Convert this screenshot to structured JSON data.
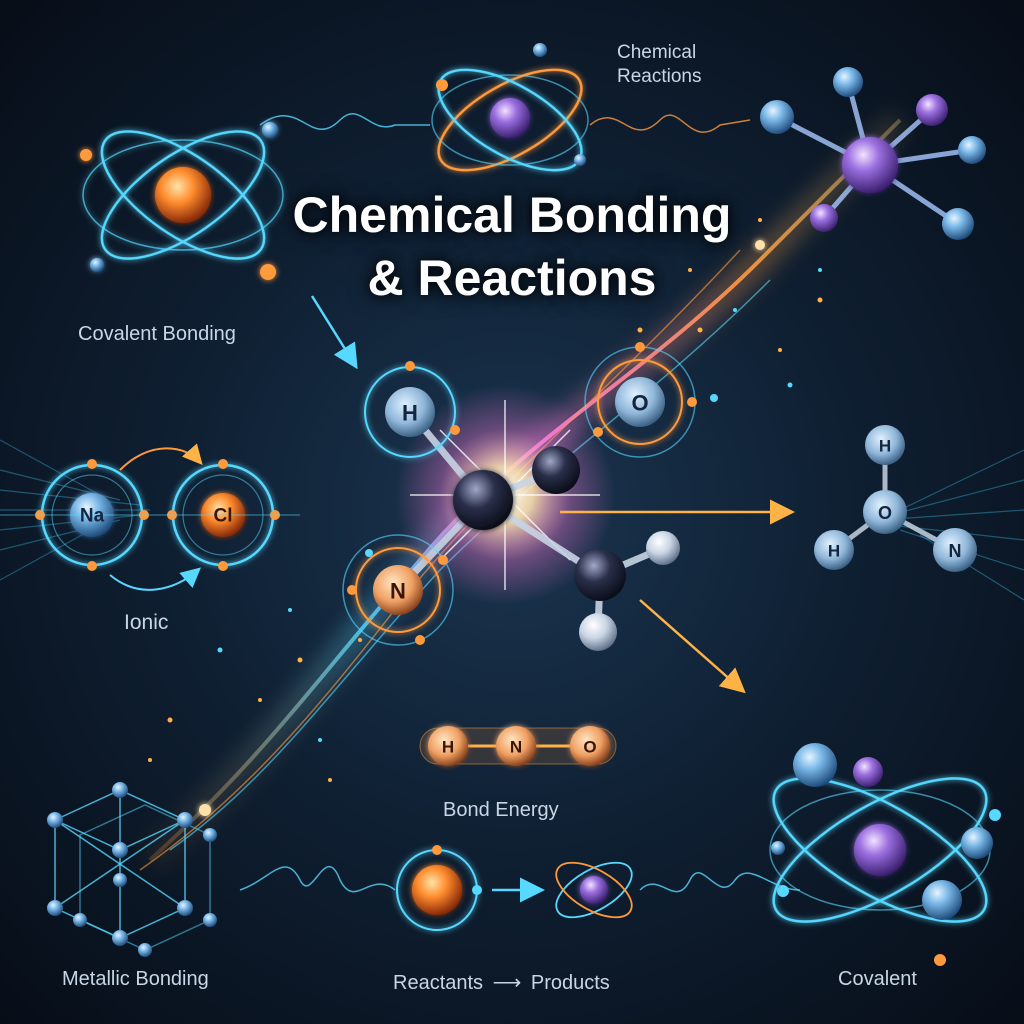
{
  "title": {
    "line1": "Chemical Bonding",
    "line2": "& Reactions"
  },
  "labels": {
    "covalent_bonding": "Covalent Bonding",
    "chemical_reactions_line1": "Chemical",
    "chemical_reactions_line2": "Reactions",
    "ionic": "Ionic",
    "bond_energy": "Bond Energy",
    "metallic_bonding": "Metallic Bonding",
    "reactants": "Reactants",
    "products": "Products",
    "covalent": "Covalent"
  },
  "atoms": {
    "center_h": "H",
    "center_o": "O",
    "center_n": "N",
    "na": "Na",
    "cl": "Cl",
    "right_h_top": "H",
    "right_h_left": "H",
    "right_o": "O",
    "right_n": "N",
    "chain_h": "H",
    "chain_n": "N",
    "chain_o": "O"
  },
  "colors": {
    "cyan": "#56d8ff",
    "orange": "#ff9a3c",
    "violet": "#a86bff",
    "text": "#c9d6e6"
  }
}
